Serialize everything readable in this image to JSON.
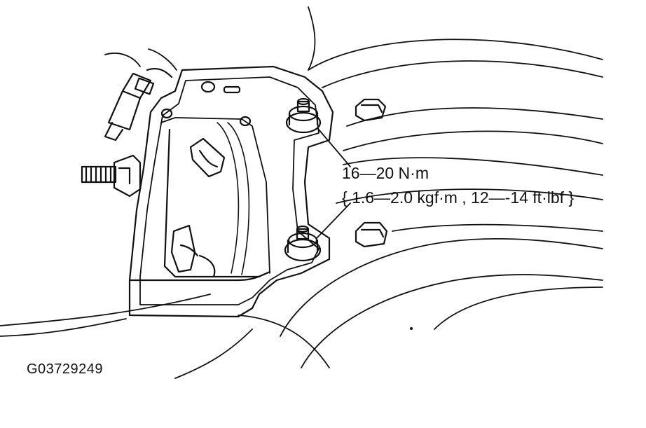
{
  "annotation": {
    "torque_nm": "16—20 N·m",
    "torque_alt": "{ 1.6—2.0 kgf·m , 12—-14 ft·lbf }"
  },
  "figure_id": "G03729249",
  "colors": {
    "ink": "#111111",
    "background": "#ffffff"
  },
  "icons": [
    "bracket-illustration",
    "nut-icon",
    "bolt-icon",
    "leader-line"
  ]
}
